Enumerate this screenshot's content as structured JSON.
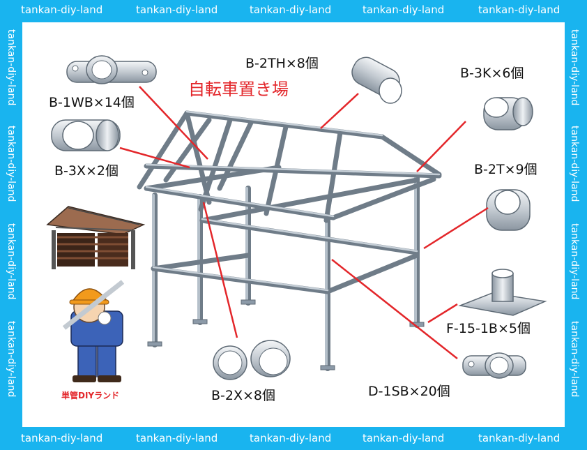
{
  "watermark": "tankan-diy-land",
  "title": "自転車置き場",
  "brand": "単管DIYランド",
  "parts": {
    "b1wb": "B-1WB×14個",
    "b2th": "B-2TH×8個",
    "b3k": "B-3K×6個",
    "b3x": "B-3X×2個",
    "b2t": "B-2T×9個",
    "f151b": "F-15-1B×5個",
    "b2x": "B-2X×8個",
    "d1sb": "D-1SB×20個"
  },
  "colors": {
    "border": "#19b4ef",
    "leader": "#e3262a",
    "pipe": "#8c9aa8"
  }
}
